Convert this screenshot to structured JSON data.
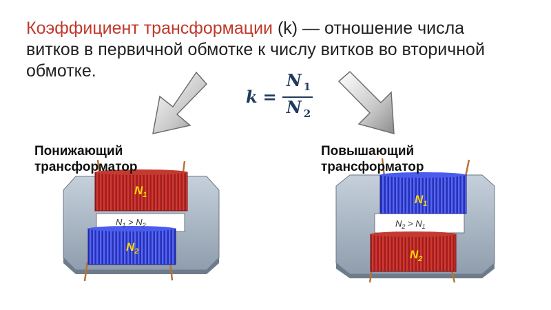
{
  "title": {
    "term": "Коэффициент трансформации",
    "symbol": " (k)",
    "rest": " — отношение числа витков в первичной обмотке к числу витков во вторичной обмотке."
  },
  "formula": {
    "lhs": "k",
    "eq": "=",
    "num_base": "N",
    "num_sub": "1",
    "den_base": "N",
    "den_sub": "2"
  },
  "step_down": {
    "label": "Понижающий трансформатор",
    "top_coil": {
      "base": "N",
      "sub": "1"
    },
    "bottom_coil": {
      "base": "N",
      "sub": "2"
    },
    "relation": {
      "a": "N",
      "a_sub": "1",
      "op": " > ",
      "b": "N",
      "b_sub": "2"
    }
  },
  "step_up": {
    "label": "Повышающий трансформатор",
    "top_coil": {
      "base": "N",
      "sub": "1"
    },
    "bottom_coil": {
      "base": "N",
      "sub": "2"
    },
    "relation": {
      "a": "N",
      "a_sub": "2",
      "op": " > ",
      "b": "N",
      "b_sub": "1"
    }
  },
  "colors": {
    "title_red": "#c0392b",
    "text": "#222222",
    "formula": "#1f3a5f",
    "core": "#a9b6c4",
    "core_dark": "#7d8b9a",
    "coil_red": "#b22222",
    "coil_blue": "#3344dd",
    "coil_label": "#ffd700",
    "wire": "#b87333"
  }
}
